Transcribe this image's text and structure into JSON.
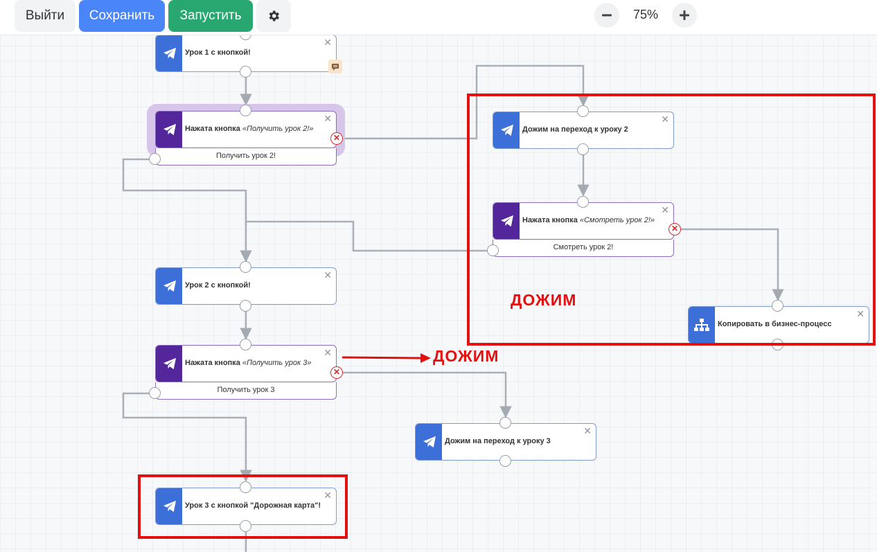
{
  "toolbar": {
    "exit_label": "Выйти",
    "save_label": "Сохранить",
    "run_label": "Запустить",
    "zoom_level": "75%"
  },
  "colors": {
    "telegram_blue": "#3d6fd9",
    "button_purple": "#54269c",
    "annotation_red": "#e41010",
    "save_blue": "#4a86f7",
    "run_green": "#28a870"
  },
  "nodes": {
    "lesson1": {
      "title": "Урок 1 с кнопкой!",
      "icon": "telegram-icon"
    },
    "pressed_get2": {
      "title": "Нажата кнопка",
      "quote": "«Получить урок 2!»",
      "button": "Получить урок 2!",
      "icon": "telegram-icon"
    },
    "nudge2": {
      "title": "Дожим на переход к уроку 2",
      "icon": "telegram-icon"
    },
    "pressed_watch2": {
      "title": "Нажата кнопка",
      "quote": "«Смотреть урок 2!»",
      "button": "Смотреть урок 2!",
      "icon": "telegram-icon"
    },
    "lesson2": {
      "title": "Урок 2 с кнопкой!",
      "icon": "telegram-icon"
    },
    "copy_bp": {
      "title": "Копировать в бизнес-процесс",
      "icon": "sitemap-icon"
    },
    "pressed_get3": {
      "title": "Нажата кнопка",
      "quote": "«Получить урок 3»",
      "button": "Получить урок 3",
      "icon": "telegram-icon"
    },
    "nudge3": {
      "title": "Дожим на переход к уроку 3",
      "icon": "telegram-icon"
    },
    "lesson3": {
      "title": "Урок 3 с кнопкой \"Дорожная карта\"!",
      "icon": "telegram-icon"
    }
  },
  "annotations": {
    "box_label": "ДОЖИМ",
    "arrow_label": "ДОЖИМ"
  }
}
